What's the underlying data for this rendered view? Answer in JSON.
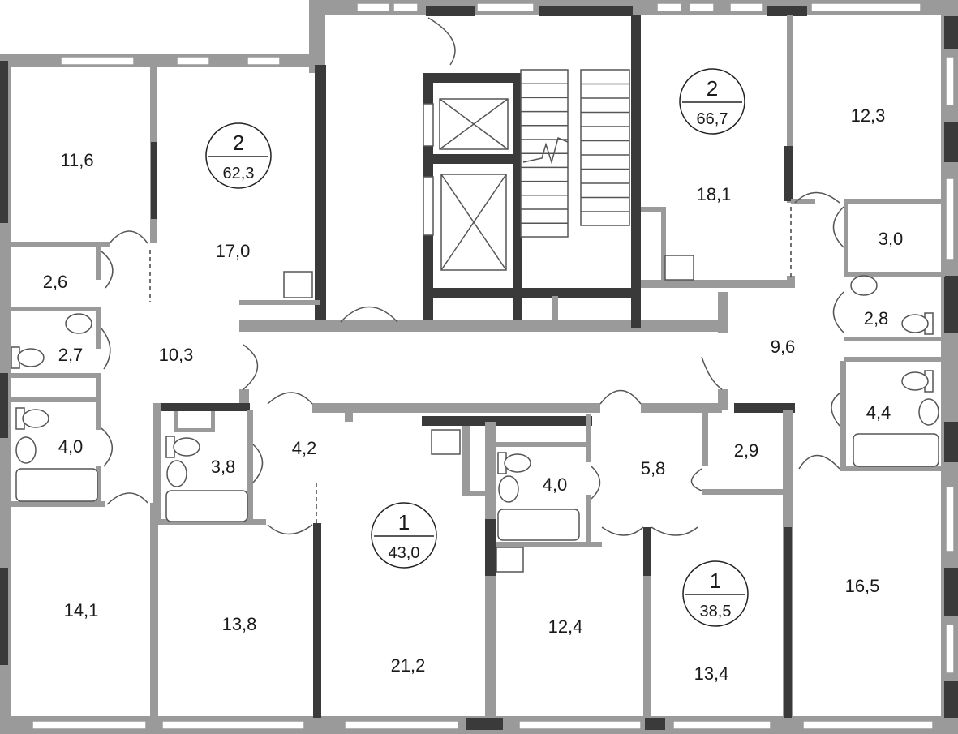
{
  "rooms": [
    {
      "id": "r116",
      "area": "11,6"
    },
    {
      "id": "r170",
      "area": "17,0"
    },
    {
      "id": "r26",
      "area": "2,6"
    },
    {
      "id": "r27",
      "area": "2,7"
    },
    {
      "id": "r103",
      "area": "10,3"
    },
    {
      "id": "r40a",
      "area": "4,0"
    },
    {
      "id": "r38",
      "area": "3,8"
    },
    {
      "id": "r42",
      "area": "4,2"
    },
    {
      "id": "r141",
      "area": "14,1"
    },
    {
      "id": "r138",
      "area": "13,8"
    },
    {
      "id": "r212",
      "area": "21,2"
    },
    {
      "id": "r40b",
      "area": "4,0"
    },
    {
      "id": "r124",
      "area": "12,4"
    },
    {
      "id": "r58",
      "area": "5,8"
    },
    {
      "id": "r29",
      "area": "2,9"
    },
    {
      "id": "r134",
      "area": "13,4"
    },
    {
      "id": "r181",
      "area": "18,1"
    },
    {
      "id": "r123",
      "area": "12,3"
    },
    {
      "id": "r30",
      "area": "3,0"
    },
    {
      "id": "r28",
      "area": "2,8"
    },
    {
      "id": "r96",
      "area": "9,6"
    },
    {
      "id": "r44",
      "area": "4,4"
    },
    {
      "id": "r165",
      "area": "16,5"
    }
  ],
  "apartments": [
    {
      "id": "apt-a",
      "rooms": "2",
      "area": "62,3"
    },
    {
      "id": "apt-b",
      "rooms": "2",
      "area": "66,7"
    },
    {
      "id": "apt-c",
      "rooms": "1",
      "area": "43,0"
    },
    {
      "id": "apt-d",
      "rooms": "1",
      "area": "38,5"
    }
  ],
  "colors": {
    "wall": "#9a9a9a",
    "wall_dark": "#3a3a3a",
    "background": "#ffffff",
    "text": "#1a1a1a"
  }
}
